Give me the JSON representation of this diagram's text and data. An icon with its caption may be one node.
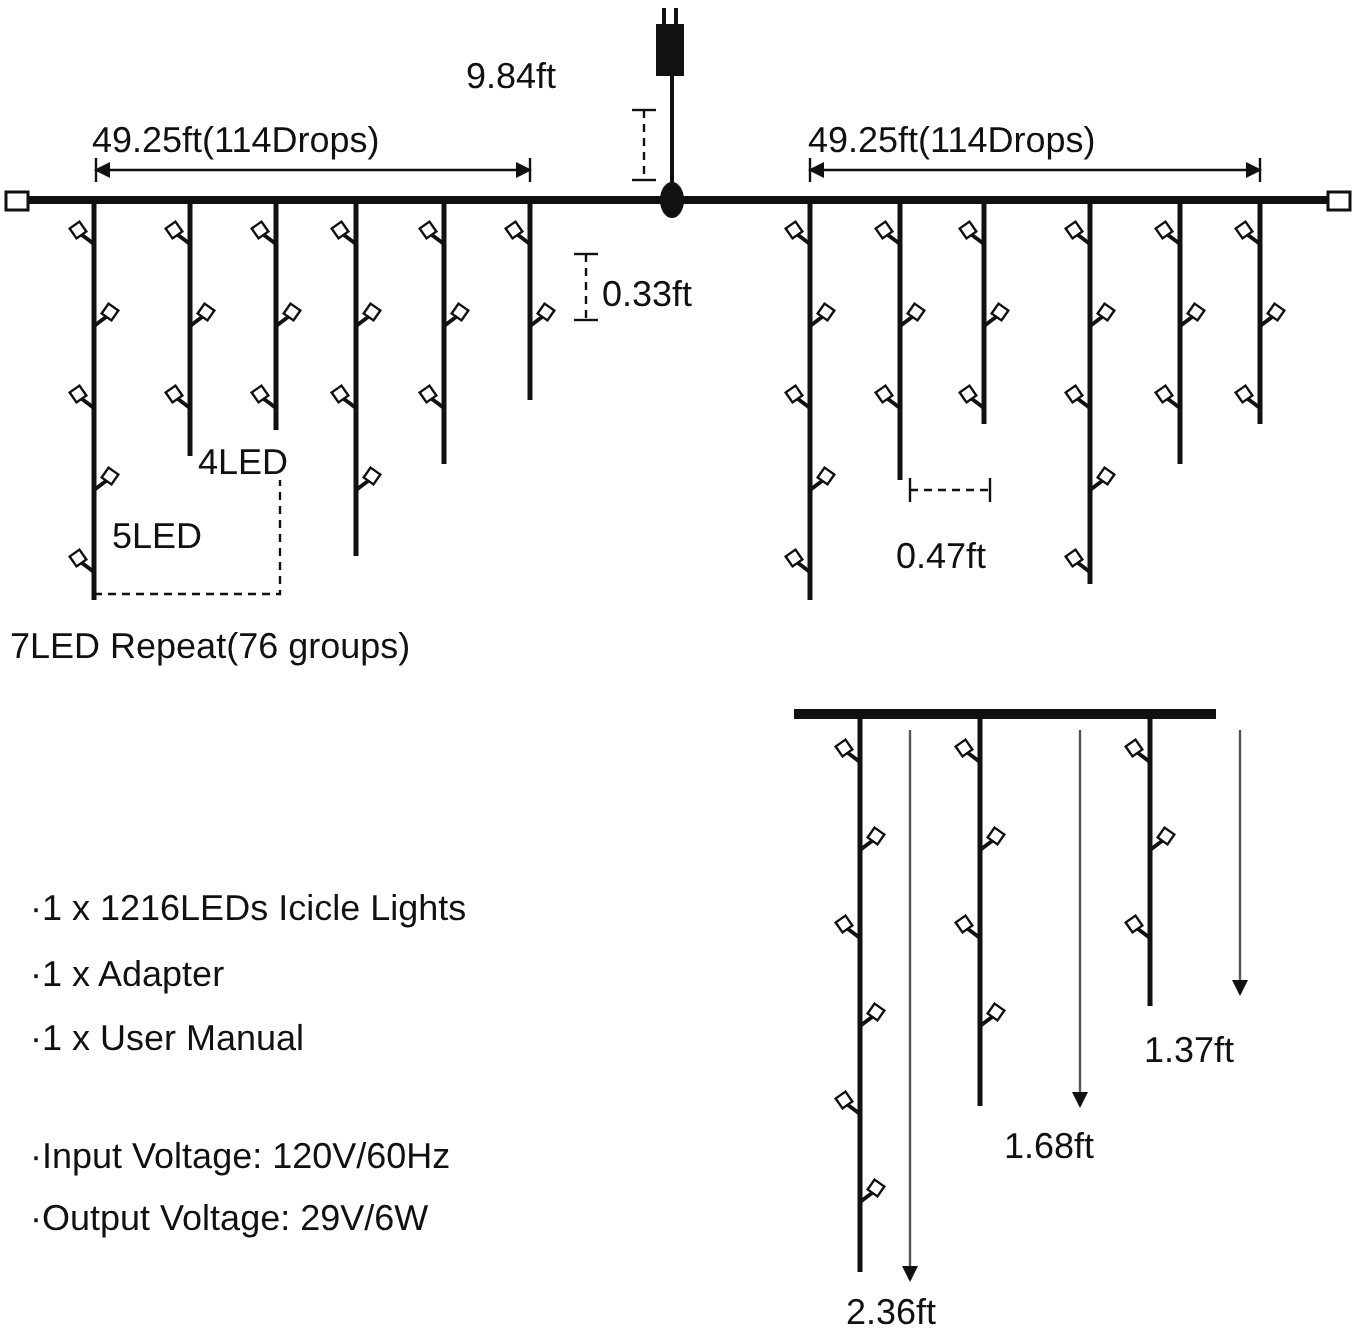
{
  "diagram": {
    "labels": [
      "9.84ft",
      "49.25ft(114Drops)",
      "49.25ft(114Drops)",
      "0.33ft",
      "4LED",
      "5LED",
      "0.47ft",
      "7LED Repeat(76 groups)",
      "1.37ft",
      "·1 x 1216LEDs Icicle Lights",
      "·1 x Adapter",
      "·1 x User Manual",
      "1.68ft",
      "·Input Voltage: 120V/60Hz",
      "·Output Voltage: 29V/6W",
      "2.36ft"
    ]
  }
}
